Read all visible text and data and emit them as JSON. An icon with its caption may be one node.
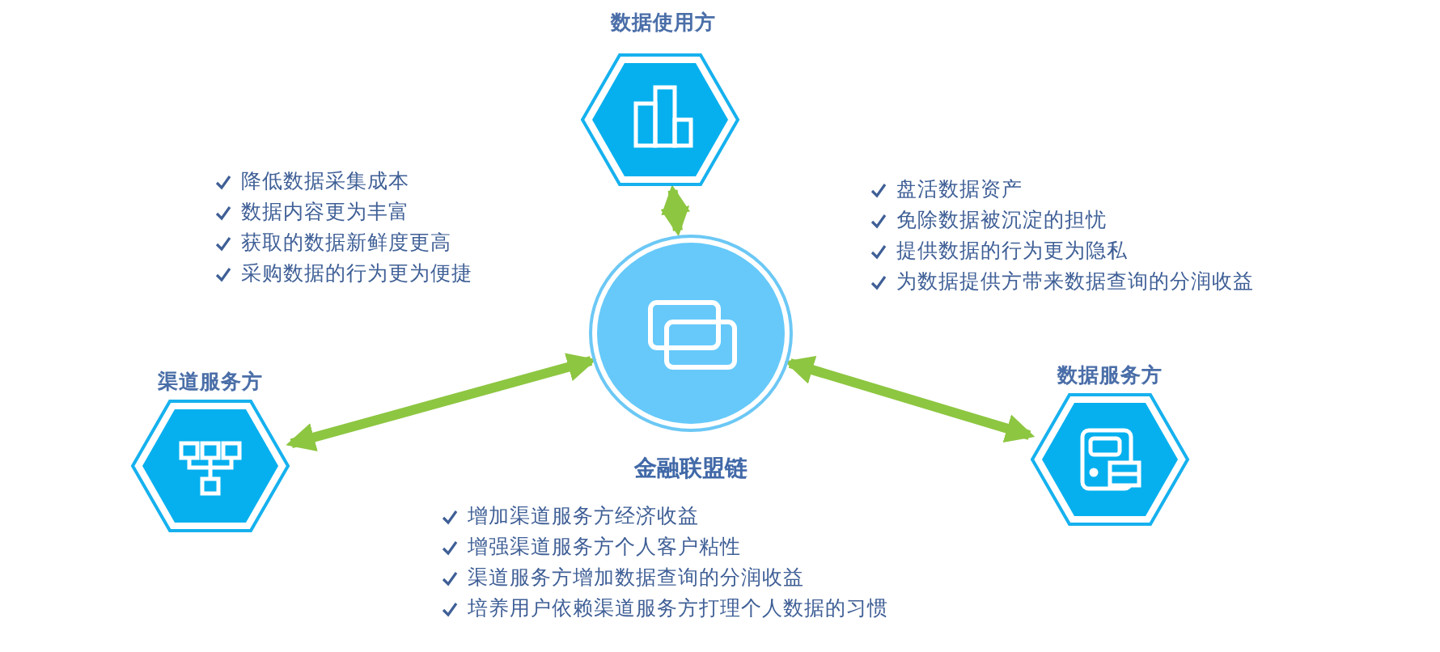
{
  "diagram": {
    "nodes": [
      {
        "text": [
          "金融联盟链"
        ]
      },
      {
        "text": [
          "数据使用方"
        ]
      },
      {
        "text": [
          "渠道服务方"
        ]
      },
      {
        "text": [
          "数据服务方"
        ]
      }
    ],
    "edges": [
      {
        "from": 1,
        "to": 0,
        "arrow": "both"
      },
      {
        "from": 2,
        "to": 0,
        "arrow": "both"
      },
      {
        "from": 3,
        "to": 0,
        "arrow": "both"
      }
    ],
    "labels": [
      "降低数据采集成本",
      "数据内容更为丰富",
      "获取的数据新鲜度更高",
      "采购数据的行为更为便捷",
      "盘活数据资产",
      "免除数据被沉淀的担忧",
      "提供数据的行为更为隐私",
      "为数据提供方带来数据查询的分润收益",
      "增加渠道服务方经济收益",
      "增强渠道服务方个人客户粘性",
      "渠道服务方增加数据查询的分润收益",
      "培养用户依赖渠道服务方打理个人数据的习惯"
    ]
  }
}
